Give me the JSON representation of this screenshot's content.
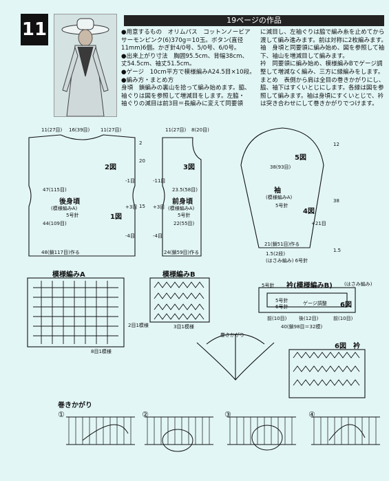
{
  "number": "11",
  "title": "19ページの作品",
  "intro_left": [
    "●用意するもの　オリムパス　コットンノービア",
    "サーモンピンク(6)370g＝10玉。ボタン(直径",
    "11mm)6個。かぎ針4/0号、5/0号、6/0号。",
    "●出来上がり寸法　胸囲95.5cm、背幅38cm、",
    "丈54.5cm、袖丈51.5cm。",
    "●ゲージ　10cm平方で模様編みA24.5目×10段。",
    "●編み方・まとめ方",
    "身頃　鎖編みの裏山を拾って編み始めます。脇、",
    "袖ぐりは図を参照して増減目をします。左脇・",
    "袖ぐりの減目は前3目＝長編みに変えて同要領"
  ],
  "intro_right": [
    "に減目し、左袖ぐりは脇で編み糸を止めてから",
    "渡して編み進みます。前は対称に2枚編みます。",
    "袖　身頃と同要領に編み始め、図を参照して袖",
    "下、袖山を増減目して編みます。",
    "衿　同要領に編み始め、模様編みBでゲージ調",
    "整して増減なく編み、三方に縁編みをします。",
    "まとめ　表側から肩は全目の巻きかがりにし、",
    "脇、袖下はすくいとじにします。各縁は図を参",
    "照して編みます。袖は身頃にすくいとじで、衿",
    "は突き合わせにして巻きかがりでつけます。"
  ],
  "back": {
    "name": "後身頃",
    "pattern": "(模様編みA)",
    "needle": "5号針",
    "fig2": "2図",
    "fig1": "1図",
    "top_left": "11(27目)",
    "top_mid": "16(39目)",
    "top_right": "11(27目)",
    "w47": "47(115目)",
    "w44": "44(109目)",
    "bottom": "48(鎖117目)作る",
    "side_top": "-1目",
    "side_mid": "+3目",
    "side_bot": "-4目",
    "h2": "2",
    "h20": "20",
    "h15": "15"
  },
  "front": {
    "name": "前身頃",
    "pattern": "(模様編みA)",
    "needle": "5号針",
    "fig3": "3図",
    "top_left": "11(27目)",
    "top_right": "8(20目)",
    "w235": "23.5(58目)",
    "w22": "22(55目)",
    "bottom": "24(鎖59目)作る",
    "side_top": "-11目",
    "side_mid": "+3目",
    "side_bot": "-4目"
  },
  "sleeve": {
    "name": "袖",
    "pattern": "(模様編みA)",
    "needle": "5号針",
    "fig5": "5図",
    "fig4": "4図",
    "w38": "38(93目)",
    "cuff": "21(鎖51目)作る",
    "cuff2": "1.5(2段)",
    "cuff3": "(はさみ編み) 6号針",
    "side_mid": "+21目",
    "h12": "12",
    "h38": "38",
    "h15": "1.5"
  },
  "sections": {
    "patA": "模様編みA",
    "patB": "模様編みB",
    "collar": "衿(模様編みB)",
    "hasami": "(はさみ編み)",
    "gauge": "ゲージ調整",
    "fig6": "6図",
    "collar_w": "40(鎖98目＝32模)",
    "collar_front": "前(10目)",
    "collar_back": "後(12目)",
    "collar_fig6b": "6図　衿",
    "needle5": "5号針",
    "needle6": "6号針",
    "makikagari": "巻きかがり",
    "patA_bottom": "8目1模様",
    "patB_bottom": "3目1模様",
    "two_one": "2目1模様",
    "makikagari_label": "巻きかがり"
  },
  "steps": [
    "①",
    "②",
    "③",
    "④"
  ]
}
